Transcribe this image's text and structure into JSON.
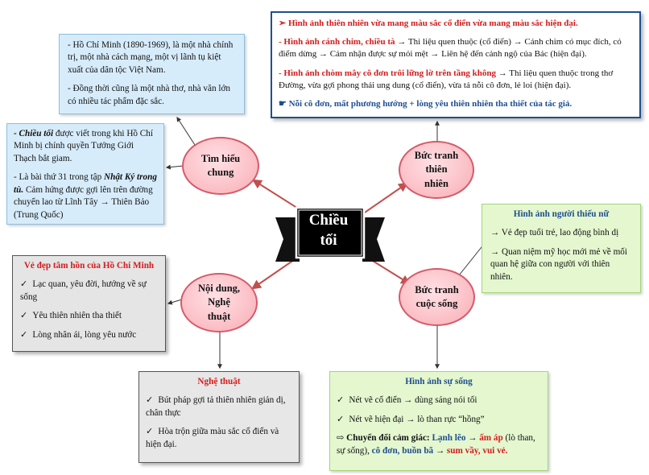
{
  "center": {
    "line1": "Chiều",
    "line2": "tối"
  },
  "nodes": {
    "tim_hieu": {
      "line1": "Tìm hiểu",
      "line2": "chung"
    },
    "buc_tranh_thien_nhien": {
      "line1": "Bức tranh",
      "line2": "thiên",
      "line3": "nhiên"
    },
    "noi_dung": {
      "line1": "Nội dung,",
      "line2": "Nghệ",
      "line3": "thuật"
    },
    "buc_tranh_cuoc_song": {
      "line1": "Bức tranh",
      "line2": "cuộc sống"
    }
  },
  "author_box": {
    "p1": "- Hồ Chí Minh (1890-1969), là một nhà chính trị, một nhà cách mạng, một vị lãnh tụ kiệt xuất của dân tộc Việt Nam.",
    "p2": "- Đồng thời cũng là một nhà thơ, nhà văn lớn có nhiều tác phẩm đặc sắc."
  },
  "work_box": {
    "p1_bold": "- Chiều tối",
    "p1_rest": " được viết trong khi Hồ Chí Minh bị chính quyền Tưởng Giới Thạch bắt giam.",
    "p2_a": "- Là bài thứ 31 trong tập ",
    "p2_bold": "Nhật Ký trong tù.",
    "p2_rest": " Cảm hứng được gợi lên trên đường chuyển lao từ Lĩnh Tây → Thiên Bảo (Trung Quốc)"
  },
  "nature_box": {
    "heading": "➢ Hình ảnh thiên nhiên vừa mang màu sắc cổ điển vừa mang màu sắc hiện đại.",
    "p1_red": "- Hình ảnh cánh chim, chiều tà",
    "p1_rest": " → Thi liệu quen thuộc (cổ điển) → Cánh chim có mục đích, có điểm dừng → Cảm nhận được sự mỏi mệt → Liên hệ đến cảnh ngộ của Bác (hiện đại).",
    "p2_red": "- Hình ảnh chòm mây cô đơn trôi lững lờ trên tầng không",
    "p2_rest": " → Thi liệu quen thuộc trong thơ Đường, vừa gợi phong thái ung dung (cổ điển), vừa tả nỗi cô đơn, lẻ loi (hiện đại).",
    "conclusion": "☛ Nỗi cô đơn, mất phương hướng + lòng yêu thiên nhiên tha thiết của tác giả."
  },
  "girl_box": {
    "title": "Hình ảnh người thiếu nữ",
    "p1": "→ Vẻ đẹp tuổi trẻ, lao động bình dị",
    "p2": "→ Quan niệm mỹ học mới mẻ về mối quan hệ giữa con người với thiên nhiên."
  },
  "soul_box": {
    "title": "Vẻ đẹp tâm hồn của Hồ Chí Minh",
    "items": [
      "Lạc quan, yêu đời, hướng về sự sống",
      "Yêu thiên nhiên tha thiết",
      "Lòng nhân ái, lòng yêu nước"
    ]
  },
  "art_box": {
    "title": "Nghệ thuật",
    "items": [
      "Bút pháp gợi tả thiên nhiên giản dị, chân thực",
      "Hòa trộn giữa màu sắc cổ điển và hiện đại."
    ]
  },
  "life_box": {
    "title": "Hình ảnh sự sống",
    "items": [
      "Nét vẽ cổ điển → dùng sáng nói tối",
      "Nét vẽ hiện đại → lò than rực “hồng”"
    ],
    "shift_a": "⇨ Chuyển đổi cảm giác: ",
    "shift_cold": "Lạnh lẽo",
    "shift_arrow1": " → ",
    "shift_warm": "ấm áp",
    "shift_mid": " (lò than, sự sống), ",
    "shift_lonely": "cô đơn, buồn bã",
    "shift_arrow2": " → ",
    "shift_joy": "sum vầy, vui vẻ."
  },
  "colors": {
    "accent_red": "#d41c1c",
    "accent_blue": "#1f4e8f",
    "node_pink": "#fbc2c8",
    "banner": "#000000"
  }
}
